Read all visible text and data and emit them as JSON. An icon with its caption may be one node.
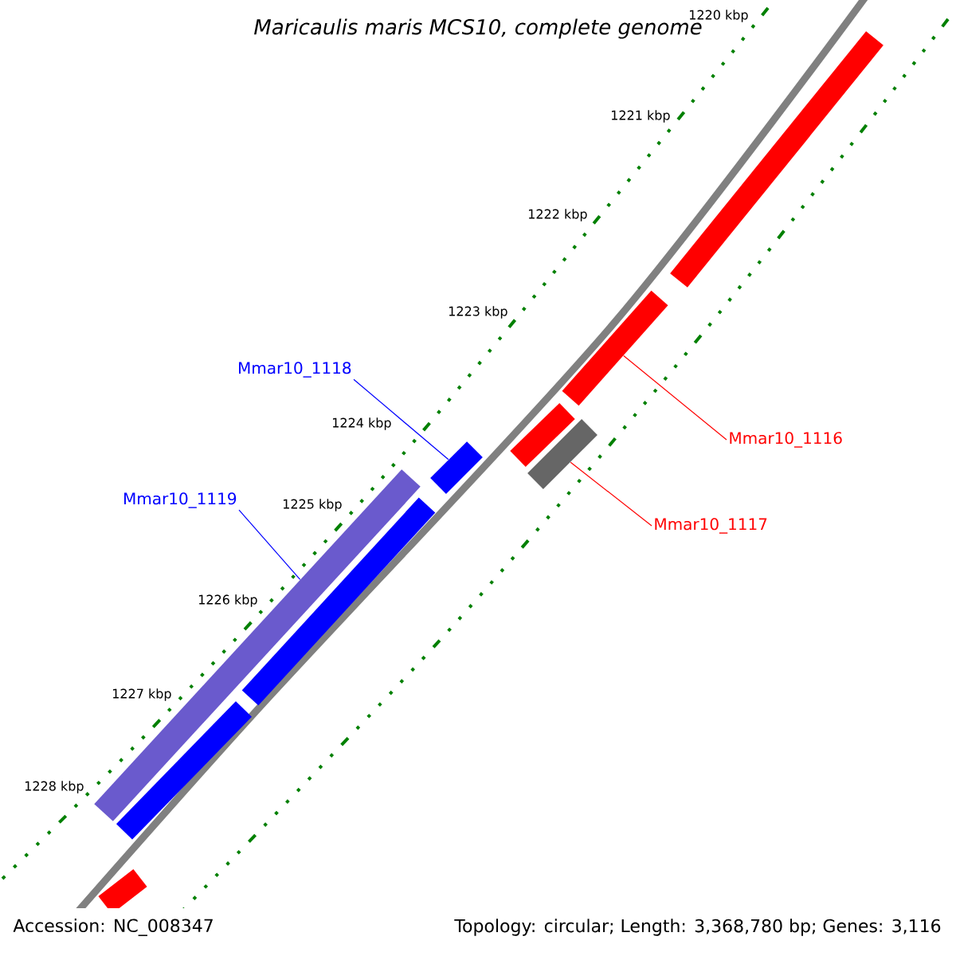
{
  "diagram": {
    "title": "Maricaulis maris MCS10, complete genome",
    "nodes": [
      {
        "text": [
          "Mmar10_1118"
        ]
      },
      {
        "text": [
          "Mmar10_1119"
        ]
      },
      {
        "text": [
          "Mmar10_1116"
        ]
      },
      {
        "text": [
          "Mmar10_1117"
        ]
      },
      {
        "text": [],
        "shape": "bar"
      },
      {
        "text": [],
        "shape": "bar"
      },
      {
        "text": [],
        "shape": "bar"
      },
      {
        "text": [],
        "shape": "bar"
      },
      {
        "text": [],
        "shape": "bar"
      },
      {
        "text": [],
        "shape": "bar"
      },
      {
        "text": [],
        "shape": "bar"
      },
      {
        "text": [],
        "shape": "bar"
      },
      {
        "text": [],
        "shape": "bar"
      }
    ],
    "edges": [
      {
        "from": 0,
        "to": 8,
        "arrow": "none",
        "color": "#0000ff"
      },
      {
        "from": 1,
        "to": 9,
        "arrow": "none",
        "color": "#0000ff"
      },
      {
        "from": 2,
        "to": 5,
        "arrow": "none",
        "color": "#ff0000"
      },
      {
        "from": 3,
        "to": 7,
        "arrow": "none",
        "color": "#ff0000"
      }
    ],
    "labels": [
      "1220 kbp",
      "1221 kbp",
      "1222 kbp",
      "1223 kbp",
      "1224 kbp",
      "1225 kbp",
      "1226 kbp",
      "1227 kbp",
      "1228 kbp",
      "Accession: NC_008347",
      "Topology: circular; Length: 3,368,780 bp; Genes: 3,116"
    ]
  }
}
